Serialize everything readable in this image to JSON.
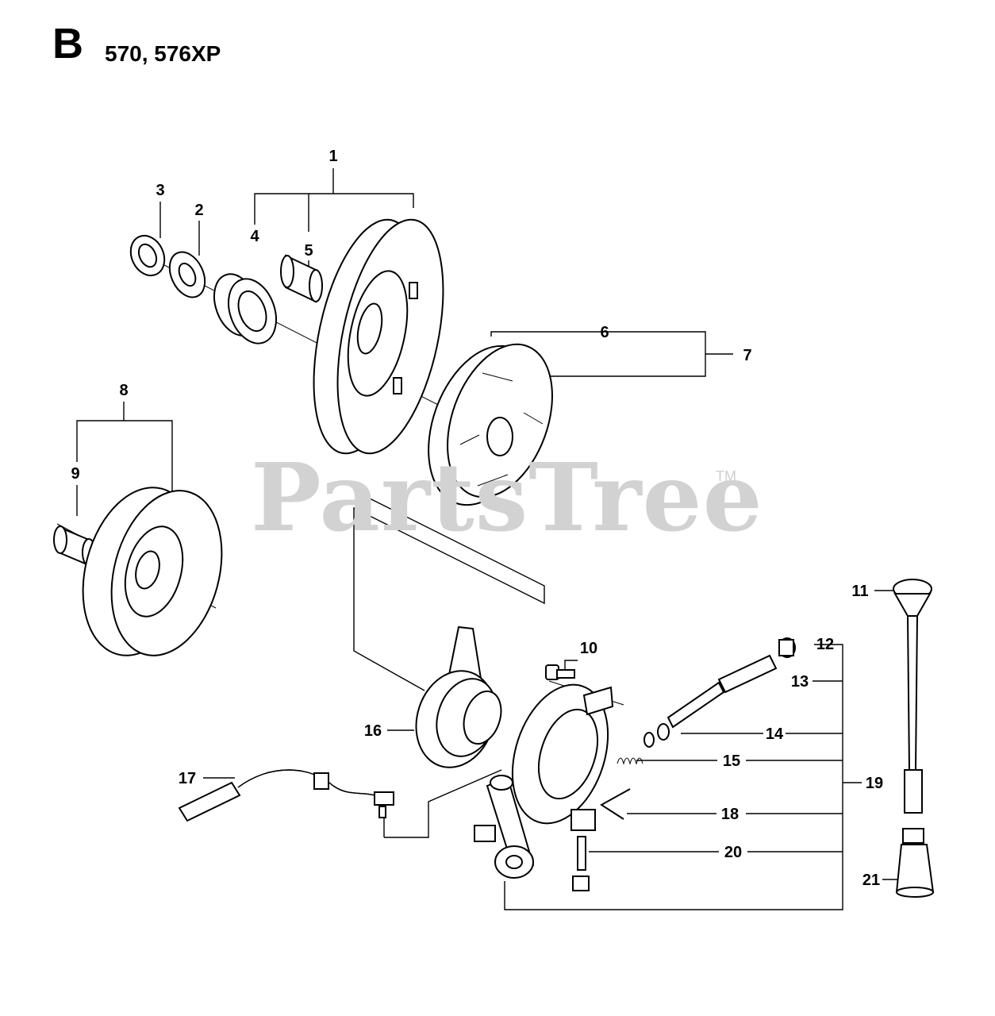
{
  "header": {
    "section": "B",
    "models": "570, 576XP"
  },
  "watermark": {
    "text": "PartsTree",
    "trademark": "TM"
  },
  "callouts": [
    "1",
    "2",
    "3",
    "4",
    "5",
    "6",
    "7",
    "8",
    "9",
    "10",
    "11",
    "12",
    "13",
    "14",
    "15",
    "16",
    "17",
    "18",
    "19",
    "20",
    "21"
  ]
}
